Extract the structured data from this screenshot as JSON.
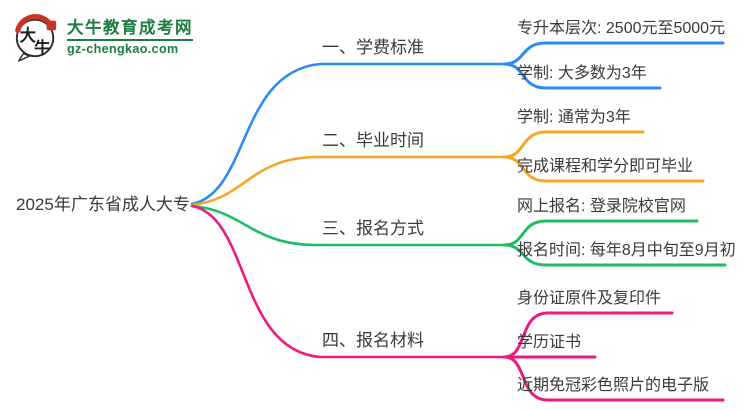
{
  "logo": {
    "icon_char_1": "大",
    "icon_char_2": "牛",
    "site_name": "大牛教育成考网",
    "site_domain": "gz-chengkao.com",
    "brand_color": "#1b7d3f",
    "accent_red": "#c9342a"
  },
  "root": {
    "label": "2025年广东省成人大专"
  },
  "branches": [
    {
      "label": "一、学费标准",
      "color": "#2b8bf2",
      "children": [
        {
          "label": "专升本层次: 2500元至5000元"
        },
        {
          "label": "学制: 大多数为3年"
        }
      ]
    },
    {
      "label": "二、毕业时间",
      "color": "#f7a623",
      "children": [
        {
          "label": "学制: 通常为3年"
        },
        {
          "label": "完成课程和学分即可毕业"
        }
      ]
    },
    {
      "label": "三、报名方式",
      "color": "#1dbd66",
      "children": [
        {
          "label": "网上报名: 登录院校官网"
        },
        {
          "label": "报名时间: 每年8月中旬至9月初"
        }
      ]
    },
    {
      "label": "四、报名材料",
      "color": "#f2197e",
      "children": [
        {
          "label": "身份证原件及复印件"
        },
        {
          "label": "学历证书"
        },
        {
          "label": "近期免冠彩色照片的电子版"
        }
      ]
    }
  ],
  "colors": {
    "text": "#3a3a3a",
    "background": "#ffffff"
  }
}
